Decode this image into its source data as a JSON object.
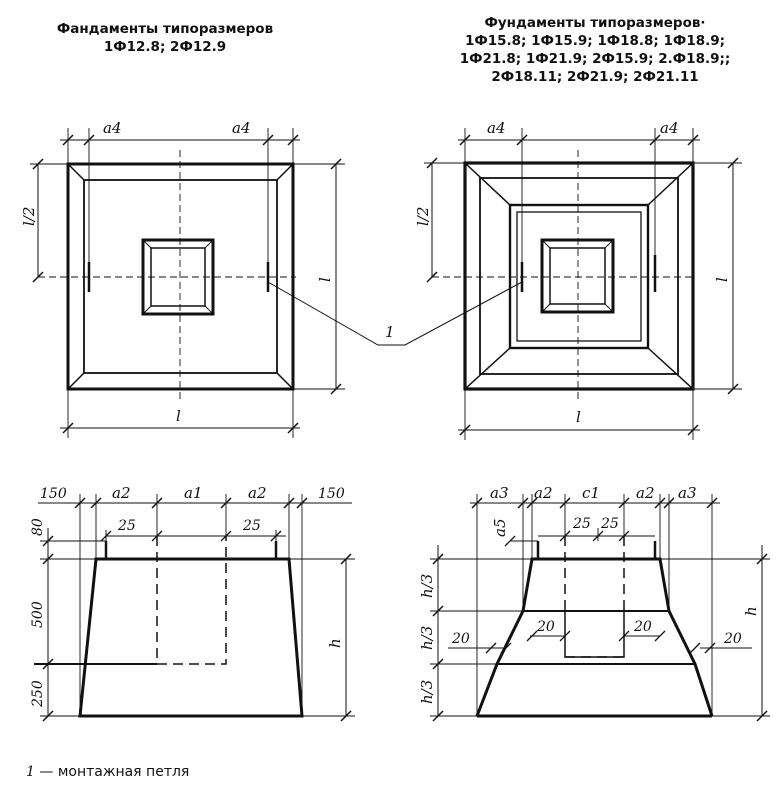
{
  "titles": {
    "left": [
      "Фандаменты типоразмеров",
      "1Ф12.8;  2Ф12.9"
    ],
    "right": [
      "Фундаменты типоразмеров·",
      "1Ф15.8; 1Ф15.9; 1Ф18.8; 1Ф18.9;",
      "1Ф21.8; 1Ф21.9; 2Ф15.9; 2.Ф18.9;;",
      "2Ф18.11; 2Ф21.9; 2Ф21.11"
    ]
  },
  "plan_labels": {
    "a4": "a4",
    "a4_sub": "4",
    "l_half": "l/2",
    "l": "l",
    "callout": "1"
  },
  "section_left": {
    "top_dims": [
      "150",
      "a2",
      "a1",
      "a2",
      "150"
    ],
    "inner": [
      "25",
      "25"
    ],
    "vertical": [
      "80",
      "500",
      "250"
    ],
    "h": "h"
  },
  "section_right": {
    "top_dims": [
      "a3",
      "a2",
      "c1",
      "a2",
      "a3"
    ],
    "a5": "a5",
    "inner": [
      "25",
      "25"
    ],
    "offsets": [
      "20",
      "20",
      "20",
      "20"
    ],
    "h3": [
      "h/3",
      "h/3",
      "h/3"
    ],
    "h": "h"
  },
  "legend": {
    "number": "1",
    "text": " — монтажная петля"
  }
}
